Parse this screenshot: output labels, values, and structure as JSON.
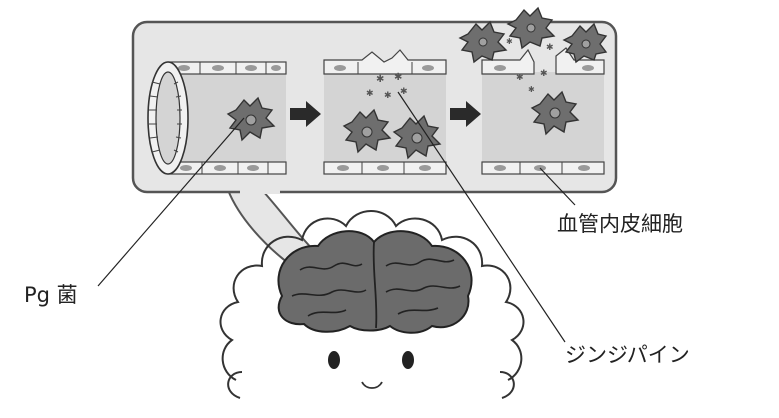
{
  "labels": {
    "endothelial_cells": "血管内皮細胞",
    "pg_bacteria": "Pg 菌",
    "gingipain": "ジンジパイン"
  },
  "colors": {
    "outline": "#333333",
    "vessel_interior": "#d4d4d4",
    "cell_fill": "#f1f1f1",
    "nucleus": "#9a9a9a",
    "bacterium": "#6e6e6e",
    "brain": "#6b6b6b",
    "callout": "#e6e6e6"
  },
  "icons": {
    "step_arrow": "right-arrow-icon"
  }
}
